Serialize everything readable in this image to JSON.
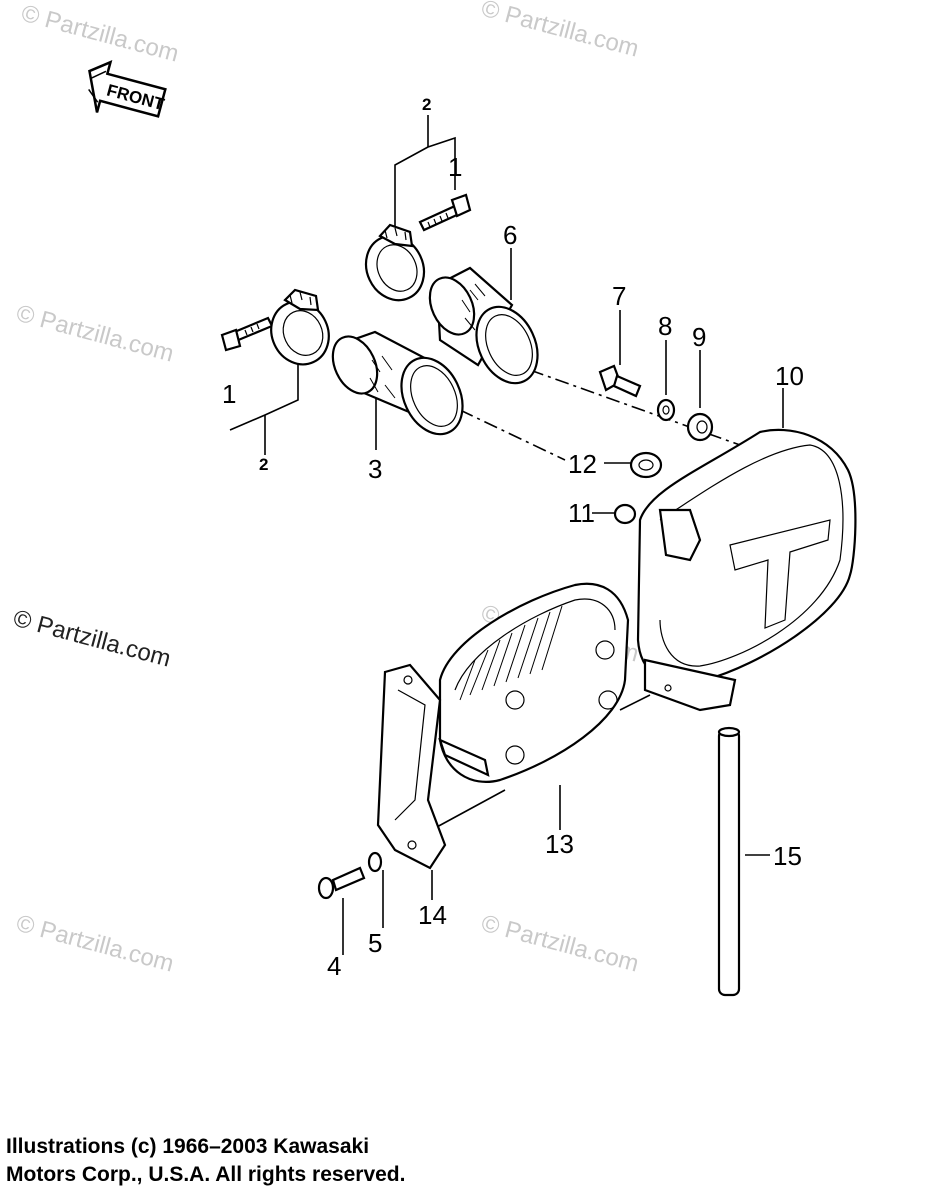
{
  "front_arrow": {
    "label": "FRONT"
  },
  "watermarks": {
    "text": "© Partzilla.com"
  },
  "callouts": [
    {
      "id": "c1a",
      "text": "1"
    },
    {
      "id": "c1b",
      "text": "1"
    },
    {
      "id": "c2a",
      "text": "2"
    },
    {
      "id": "c2b",
      "text": "2"
    },
    {
      "id": "c3",
      "text": "3"
    },
    {
      "id": "c4",
      "text": "4"
    },
    {
      "id": "c5",
      "text": "5"
    },
    {
      "id": "c6",
      "text": "6"
    },
    {
      "id": "c7",
      "text": "7"
    },
    {
      "id": "c8",
      "text": "8"
    },
    {
      "id": "c9",
      "text": "9"
    },
    {
      "id": "c10",
      "text": "10"
    },
    {
      "id": "c11",
      "text": "11"
    },
    {
      "id": "c12",
      "text": "12"
    },
    {
      "id": "c13",
      "text": "13"
    },
    {
      "id": "c14",
      "text": "14"
    },
    {
      "id": "c15",
      "text": "15"
    }
  ],
  "copyright": {
    "line1": "Illustrations (c) 1966–2003 Kawasaki",
    "line2": "Motors Corp., U.S.A.  All rights reserved."
  }
}
